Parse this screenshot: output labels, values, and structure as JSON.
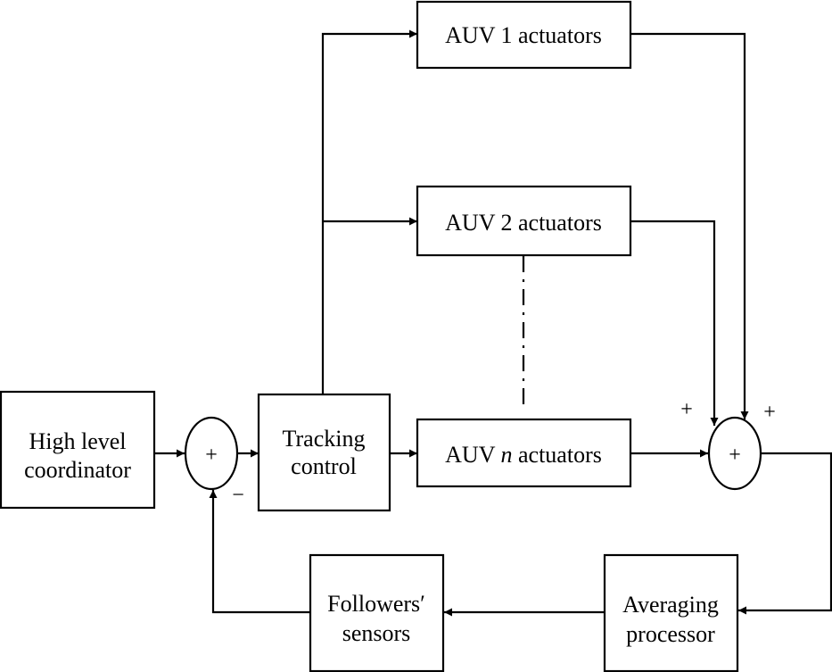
{
  "blocks": {
    "coordinator": {
      "line1": "High level",
      "line2": "coordinator"
    },
    "tracking": {
      "line1": "Tracking",
      "line2": "control"
    },
    "auv1": {
      "label": "AUV 1 actuators"
    },
    "auv2": {
      "label": "AUV 2 actuators"
    },
    "auvn": {
      "prefix": "AUV ",
      "index": "n",
      "suffix": " actuators"
    },
    "averaging": {
      "line1": "Averaging",
      "line2": "processor"
    },
    "sensors": {
      "line1": "Followers′",
      "line2": "sensors"
    }
  },
  "junctions": {
    "error_sum": {
      "symbol": "+",
      "feedback_sign": "−"
    },
    "output_sum": {
      "symbol": "+",
      "left_sign": "+",
      "right_sign": "+"
    }
  },
  "colors": {
    "line": "#000000",
    "background": "#ffffff"
  }
}
